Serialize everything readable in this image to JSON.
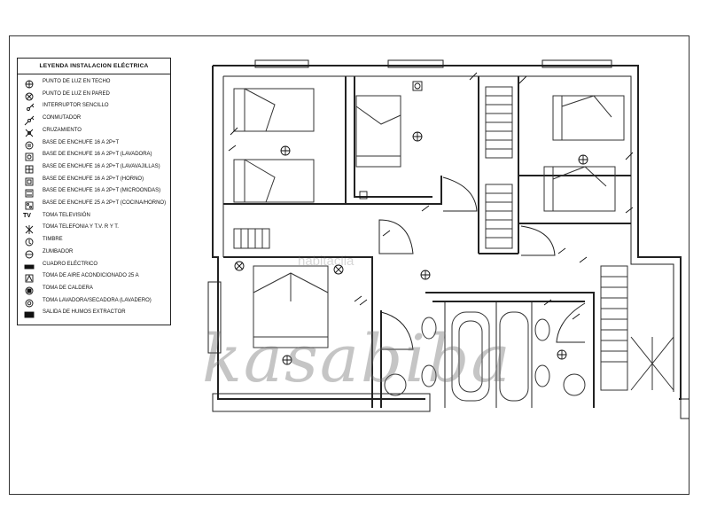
{
  "legend": {
    "title": "LEYENDA INSTALACION ELÉCTRICA",
    "items": [
      {
        "icon": "ceiling-light-icon",
        "label": "PUNTO DE LUZ EN TECHO"
      },
      {
        "icon": "wall-light-icon",
        "label": "PUNTO DE LUZ EN PARED"
      },
      {
        "icon": "single-switch-icon",
        "label": "INTERRUPTOR SENCILLO"
      },
      {
        "icon": "commutator-icon",
        "label": "CONMUTADOR"
      },
      {
        "icon": "crossover-switch-icon",
        "label": "CRUZAMIENTO"
      },
      {
        "icon": "socket-icon",
        "label": "BASE DE ENCHUFE 16 A 2P+T"
      },
      {
        "icon": "socket-washer-icon",
        "label": "BASE DE ENCHUFE 16 A 2P+T (LAVADORA)"
      },
      {
        "icon": "socket-dishwasher-icon",
        "label": "BASE DE ENCHUFE 16 A 2P+T (LAVAVAJILLAS)"
      },
      {
        "icon": "socket-oven-icon",
        "label": "BASE DE ENCHUFE 16 A 2P+T (HORNO)"
      },
      {
        "icon": "socket-microwave-icon",
        "label": "BASE DE ENCHUFE 16 A 2P+T (MICROONDAS)"
      },
      {
        "icon": "socket-cooker-icon",
        "label": "BASE DE ENCHUFE 25 A 2P+T (COCINA/HORNO)"
      },
      {
        "icon": "tv-outlet-icon",
        "label": "TOMA TELEVISIÓN",
        "glyph": "TV"
      },
      {
        "icon": "phone-tv-outlet-icon",
        "label": "TOMA TELEFONIA Y T.V. R Y T."
      },
      {
        "icon": "doorbell-icon",
        "label": "TIMBRE"
      },
      {
        "icon": "buzzer-icon",
        "label": "ZUMBADOR"
      },
      {
        "icon": "electrical-panel-icon",
        "label": "CUADRO ELÉCTRICO"
      },
      {
        "icon": "ac-outlet-icon",
        "label": "TOMA DE AIRE ACONDICIONADO 25 A"
      },
      {
        "icon": "boiler-outlet-icon",
        "label": "TOMA DE CALDERA"
      },
      {
        "icon": "washer-dryer-outlet-icon",
        "label": "TOMA LAVADORA/SECADORA (LAVADERO)"
      },
      {
        "icon": "extractor-outlet-icon",
        "label": "SALIDA DE HUMOS EXTRACTOR"
      }
    ]
  },
  "watermark": {
    "text": "kasabiba",
    "brand": "habitaclia"
  }
}
